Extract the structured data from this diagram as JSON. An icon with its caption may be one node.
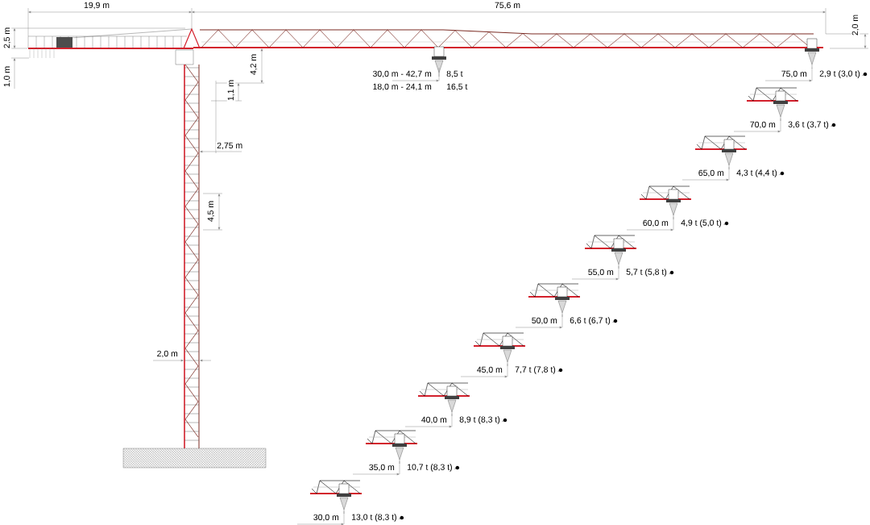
{
  "diagram": {
    "labels": [
      "19,9 m",
      "75,6 m",
      "2,5 m",
      "2,0 m",
      "4,2 m",
      "1,0 m",
      "30,0 m - 42,7 m",
      "8,5 t",
      "75,0 m",
      "2,9 t (3,0 t)",
      "18,0 m - 24,1 m",
      "16,5 t",
      "1,1 m",
      "70,0 m",
      "3,6 t (3,7 t)",
      "2,75 m",
      "65,0 m",
      "4,3 t (4,4 t)",
      "4,5 m",
      "60,0 m",
      "4,9 t (5,0 t)",
      "55,0 m",
      "5,7 t (5,8 t)",
      "50,0 m",
      "6,6 t (6,7 t)",
      "45,0 m",
      "7,7 t (7,8 t)",
      "2,0 m",
      "40,0 m",
      "8,9 t (8,3 t)",
      "35,0 m",
      "10,7 t (8,3 t)",
      "30,0 m",
      "13,0 t (8,3 t)"
    ]
  }
}
